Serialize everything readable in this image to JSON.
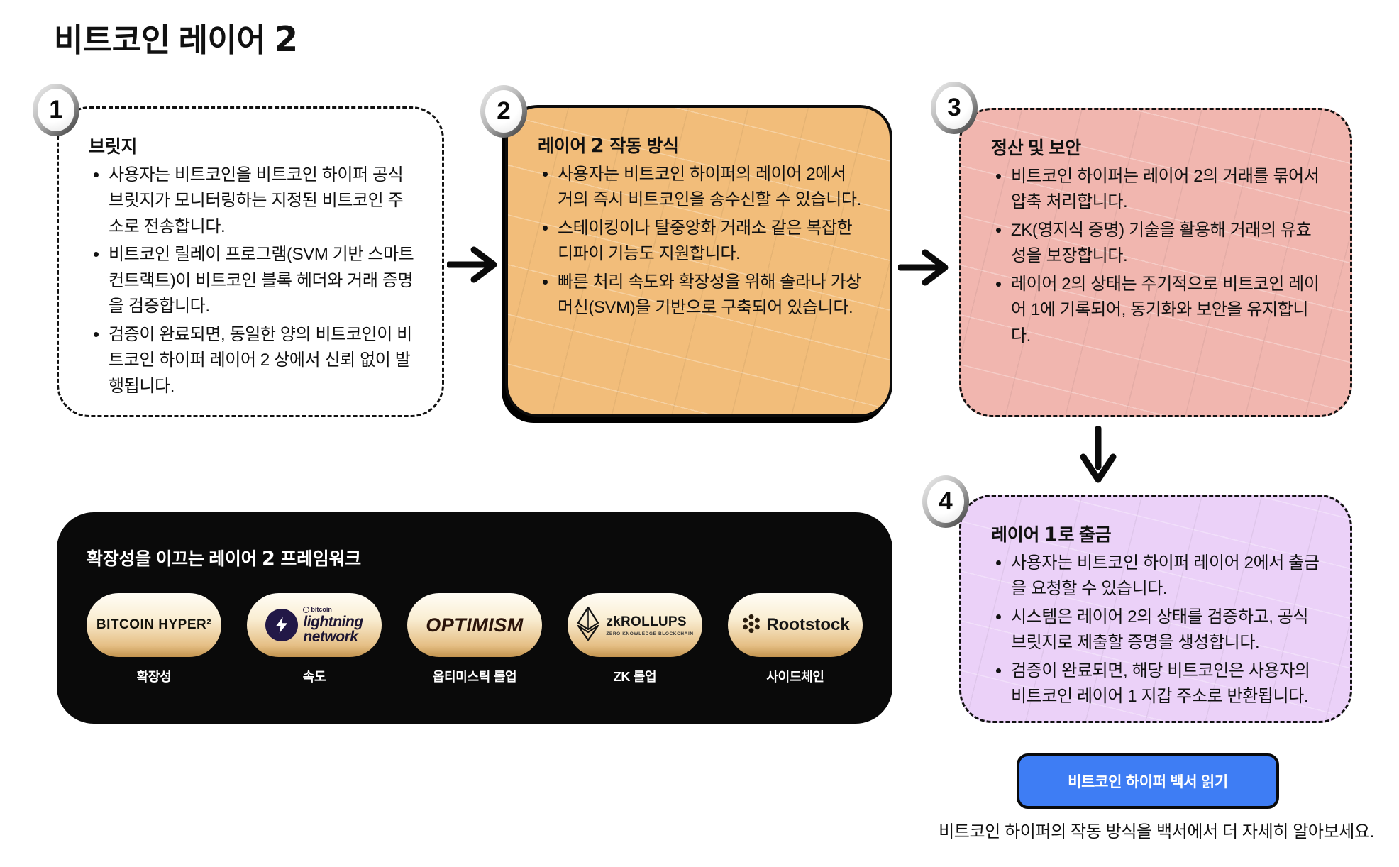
{
  "page": {
    "title_prefix": "비트코인 레이어 ",
    "title_number": "2"
  },
  "steps": [
    {
      "number": "1",
      "heading": "브릿지",
      "bullets": [
        "사용자는 비트코인을 비트코인 하이퍼 공식 브릿지가 모니터링하는 지정된 비트코인 주소로 전송합니다.",
        "비트코인 릴레이 프로그램(SVM 기반 스마트 컨트랙트)이 비트코인 블록 헤더와 거래 증명을 검증합니다.",
        "검증이 완료되면, 동일한 양의 비트코인이 비트코인 하이퍼 레이어 2 상에서 신뢰 없이 발행됩니다."
      ]
    },
    {
      "number": "2",
      "heading_prefix": "레이어 ",
      "heading_number": "2",
      "heading_suffix": " 작동 방식",
      "bullets": [
        "사용자는 비트코인 하이퍼의 레이어 2에서 거의 즉시 비트코인을 송수신할 수 있습니다.",
        "스테이킹이나 탈중앙화 거래소 같은 복잡한 디파이 기능도 지원합니다.",
        "빠른 처리 속도와 확장성을 위해 솔라나 가상머신(SVM)을 기반으로 구축되어 있습니다."
      ]
    },
    {
      "number": "3",
      "heading": "정산 및 보안",
      "bullets": [
        "비트코인 하이퍼는 레이어 2의 거래를 묶어서 압축 처리합니다.",
        "ZK(영지식 증명) 기술을 활용해 거래의 유효성을 보장합니다.",
        "레이어 2의 상태는 주기적으로 비트코인 레이어 1에 기록되어, 동기화와 보안을 유지합니다."
      ]
    },
    {
      "number": "4",
      "heading_prefix": "레이어 ",
      "heading_number": "1",
      "heading_suffix": "로 출금",
      "bullets": [
        "사용자는 비트코인 하이퍼 레이어 2에서 출금을 요청할 수 있습니다.",
        "시스템은 레이어 2의 상태를 검증하고, 공식 브릿지로 제출할 증명을 생성합니다.",
        "검증이 완료되면, 해당 비트코인은 사용자의 비트코인 레이어 1 지갑 주소로 반환됩니다."
      ]
    }
  ],
  "framework_panel": {
    "heading_prefix": "확장성을 이끄는 레이어 ",
    "heading_number": "2",
    "heading_suffix": " 프레임워크",
    "items": [
      {
        "logo": "BITCOIN HYPER²",
        "icon": "bitcoin-hyper-wordmark",
        "caption": "확장성"
      },
      {
        "logo_small": "bitcoin",
        "logo_line1": "lightning",
        "logo_line2": "network",
        "icon": "lightning-bolt-icon",
        "caption": "속도"
      },
      {
        "logo": "OPTIMISM",
        "icon": "optimism-wordmark",
        "caption": "옵티미스틱 롤업"
      },
      {
        "logo": "zkROLLUPS",
        "logo_sub": "ZERO KNOWLEDGE BLOCKCHAIN",
        "icon": "eth-diamond-icon",
        "caption": "ZK 롤업"
      },
      {
        "logo": "Rootstock",
        "icon": "rootstock-flower-icon",
        "caption": "사이드체인"
      }
    ]
  },
  "cta": {
    "button_label": "비트코인 하이퍼 백서 읽기",
    "caption": "비트코인 하이퍼의 작동 방식을 백서에서 더 자세히 알아보세요."
  },
  "colors": {
    "box2_orange": "#F2BD7A",
    "box3_pink": "#F1B6AF",
    "box4_purple": "#EBD1F8",
    "panel_black": "#0A0A0A",
    "pill_gold_top": "#FFFDF6",
    "pill_gold_bottom": "#C3934E",
    "button_blue": "#3E7DF4",
    "ink": "#111111"
  }
}
